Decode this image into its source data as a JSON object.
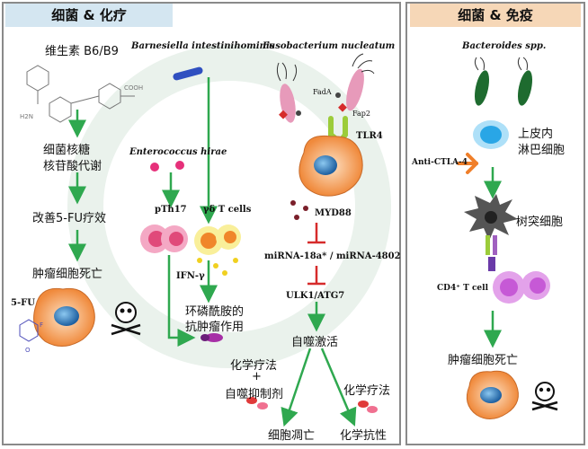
{
  "colors": {
    "arrow_green": "#2fa84f",
    "inhibit_red": "#d62b2b",
    "left_title_bg": "#d4e6f1",
    "right_title_bg": "#f6d7b7",
    "tumor_orange": "#f4a460",
    "nucleus_blue": "#2f7fc1",
    "bacteria_dark_green": "#1e6b2f",
    "bacteria_pink": "#e79aba",
    "blue_bacteria": "#3050c0",
    "pink_dot": "#e6307a",
    "ctla4_orange": "#f07f2a",
    "tlr4_green": "#9ccc3a",
    "dendritic_gray": "#555555",
    "cd4_purple": "#c659d6",
    "cyan_cell": "#29a6e6"
  },
  "left_panel": {
    "title": "细菌 & 化疗",
    "col1": {
      "vitamin": "维生素 B6/B9",
      "metabolism_line1": "细菌核糖",
      "metabolism_line2": "核苷酸代谢",
      "improve": "改善5-FU疗效",
      "death": "肿瘤细胞死亡",
      "drug": "5-FU"
    },
    "col2": {
      "bacterium1": "Barnesiella intestinihominis",
      "bacterium2": "Enterococcus hirae",
      "pth17": "pTh17",
      "gdt": "γδ T cells",
      "ifn": "IFN-γ",
      "effect_line1": "环磷酰胺的",
      "effect_line2": "抗肿瘤作用"
    },
    "col3": {
      "bacterium": "Fusobacterium nucleatum",
      "fada": "FadA",
      "fap2": "Fap2",
      "tlr4": "TLR4",
      "myd88": "MYD88",
      "mirna": "miRNA-18a* / miRNA-4802",
      "ulk": "ULK1/ATG7",
      "autophagy": "自噬激活",
      "chemo_inhib_line1": "化学疗法",
      "chemo_inhib_line2": "+",
      "chemo_inhib_line3": "自噬抑制剂",
      "chemo": "化学疗法",
      "apoptosis": "细胞凋亡",
      "resistance": "化学抗性"
    }
  },
  "right_panel": {
    "title": "细菌 & 免疫",
    "bacterium": "Bacteroides spp.",
    "anti_ctla4": "Anti-CTLA-4",
    "iel_line1": "上皮内",
    "iel_line2": "淋巴细胞",
    "dc": "树突细胞",
    "cd4": "CD4⁺ T cell",
    "death": "肿瘤细胞死亡"
  }
}
